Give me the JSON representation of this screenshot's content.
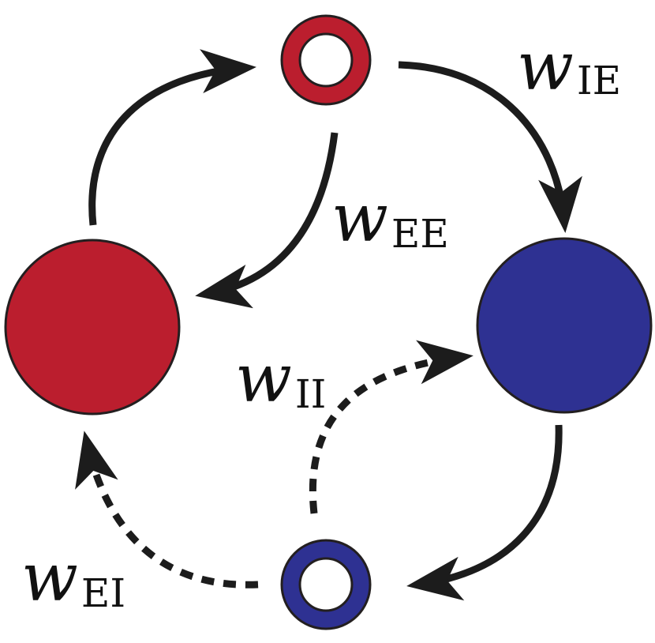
{
  "colors": {
    "excitatory": "#bb1e2e",
    "inhibitory": "#2e3192",
    "arrow": "#1c1c1c",
    "outline": "#231f20"
  },
  "labels": {
    "w_ie": {
      "main": "w",
      "sub": "IE"
    },
    "w_ee": {
      "main": "w",
      "sub": "EE"
    },
    "w_ii": {
      "main": "w",
      "sub": "II"
    },
    "w_ei": {
      "main": "w",
      "sub": "EI"
    }
  }
}
